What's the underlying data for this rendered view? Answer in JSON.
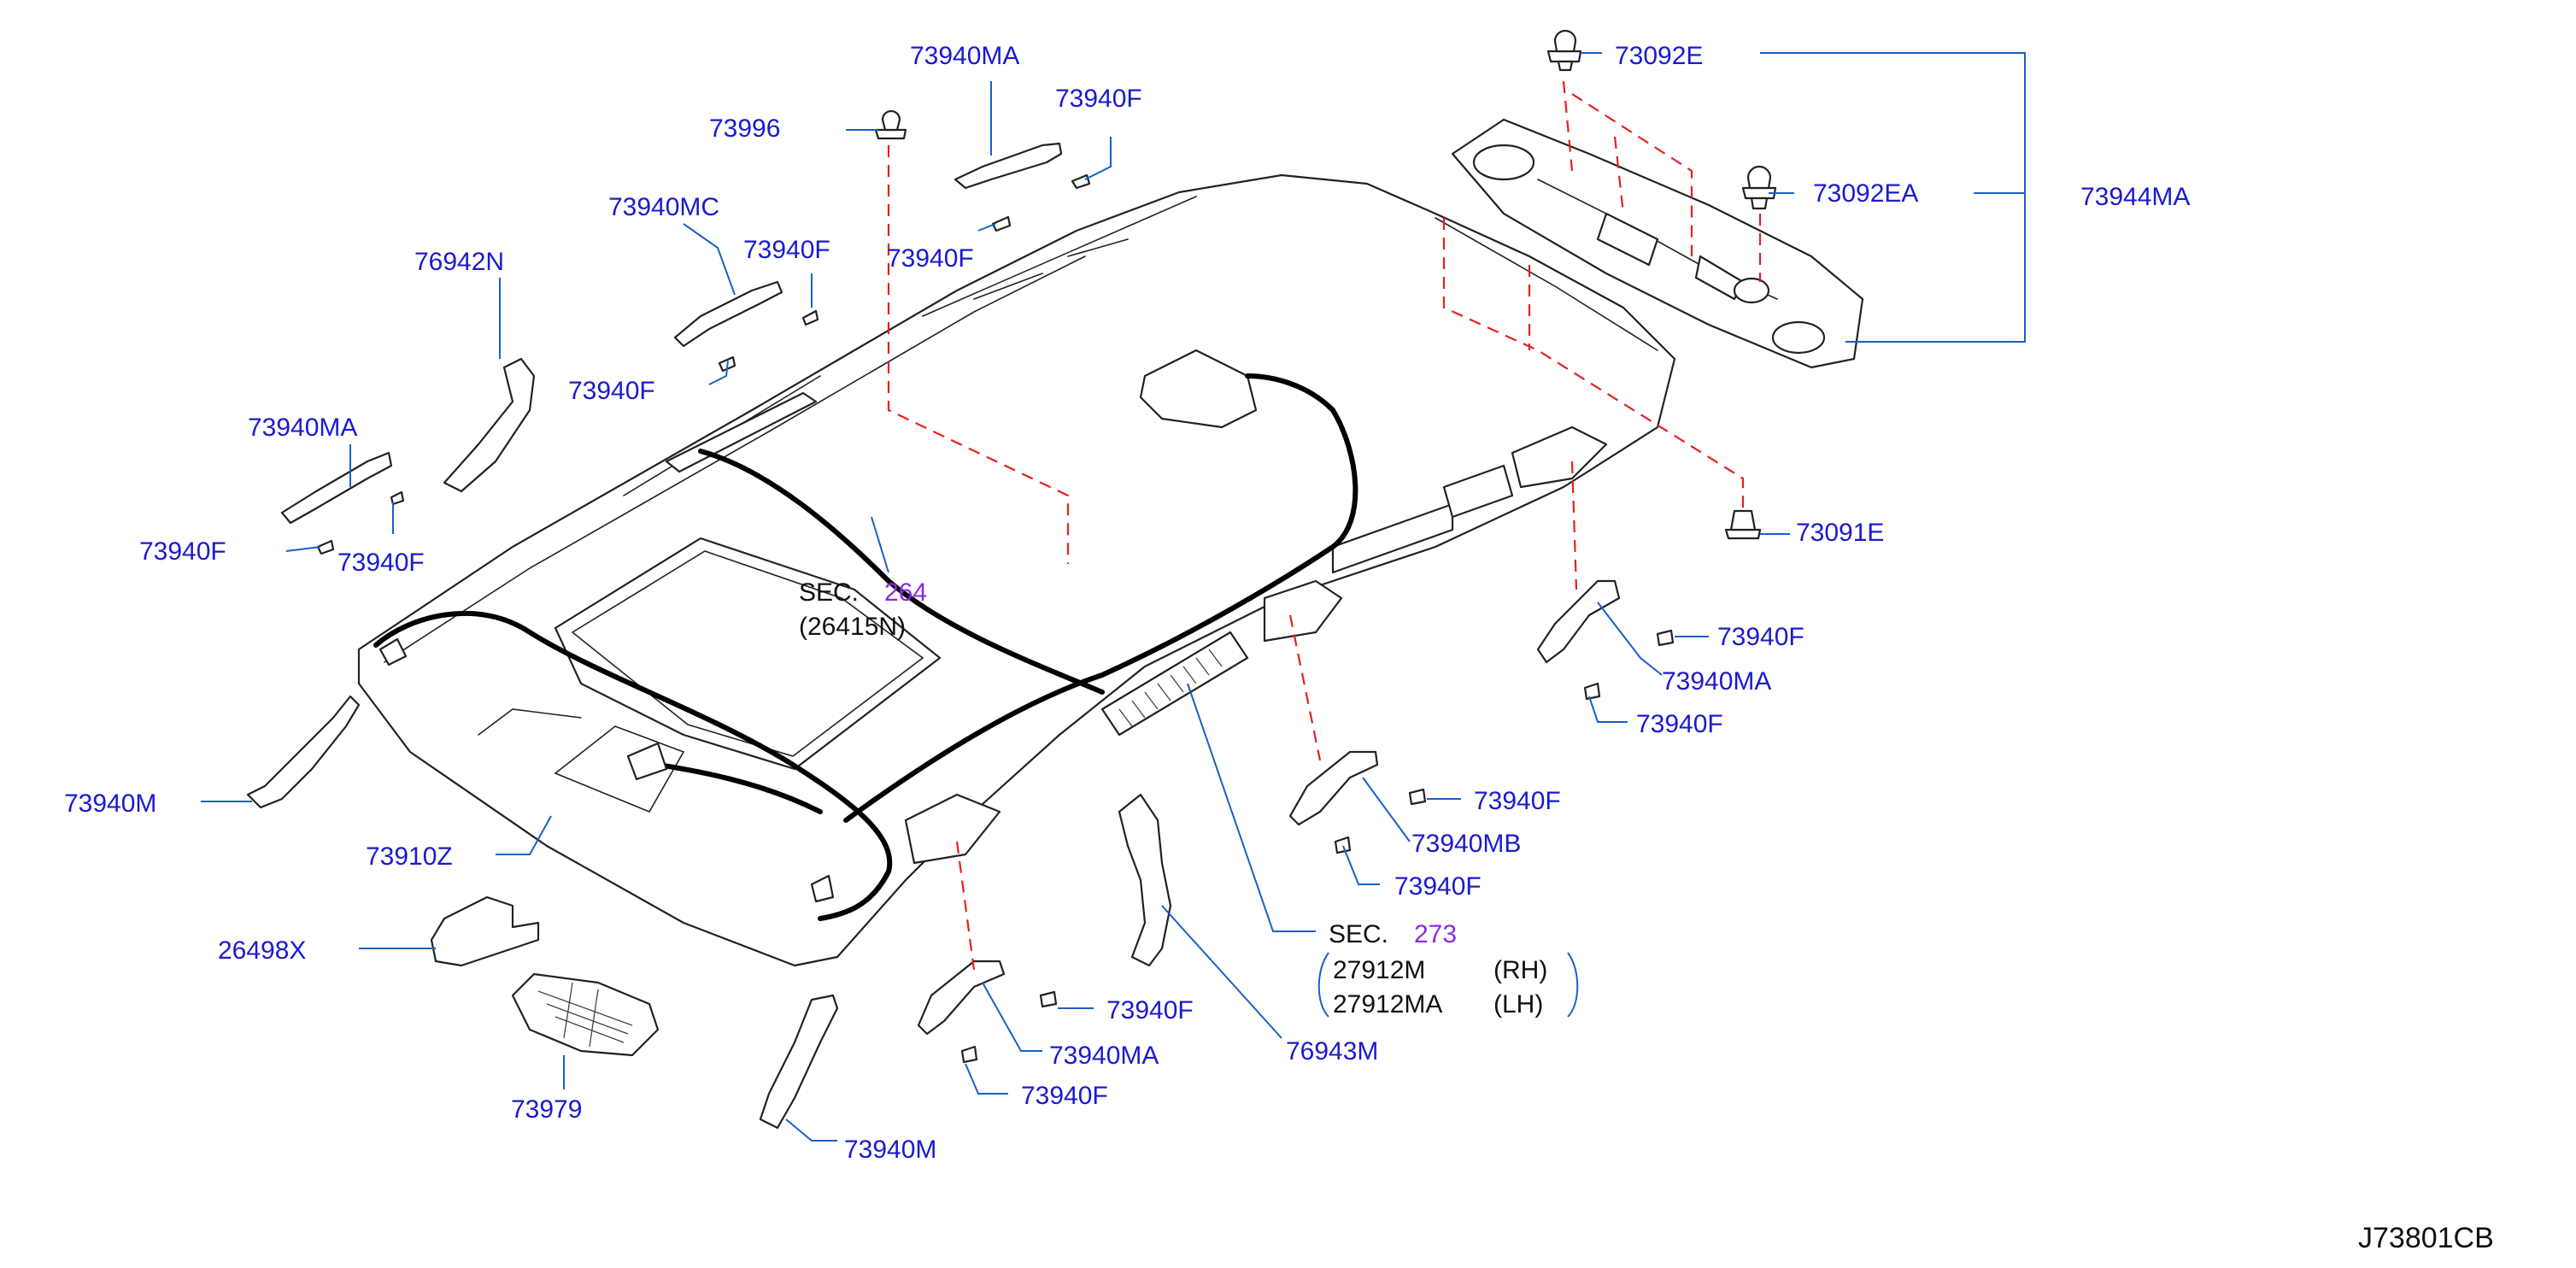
{
  "diagram_id": "J73801CB",
  "labels": {
    "p73940MA_top": "73940MA",
    "p73940F_1": "73940F",
    "p73996": "73996",
    "p73940F_2": "73940F",
    "p73940MC": "73940MC",
    "p73940F_3": "73940F",
    "p76942N": "76942N",
    "p73940F_4": "73940F",
    "p73940MA_left": "73940MA",
    "p73940F_5": "73940F",
    "p73940F_6": "73940F",
    "p73092E": "73092E",
    "p73092EA": "73092EA",
    "p73944MA": "73944MA",
    "p73091E": "73091E",
    "p73940F_r1": "73940F",
    "p73940MA_r": "73940MA",
    "p73940F_r2": "73940F",
    "p73940F_r3": "73940F",
    "p73940MB": "73940MB",
    "p73940F_r4": "73940F",
    "p73940M_left": "73940M",
    "p73910Z": "73910Z",
    "p26498X": "26498X",
    "p73979": "73979",
    "p73940M_bottom": "73940M",
    "p73940F_b1": "73940F",
    "p73940MA_b": "73940MA",
    "p73940F_b2": "73940F",
    "p76943M": "76943M"
  },
  "sec264": {
    "prefix": "SEC.",
    "num": "264",
    "sub": "(26415N)"
  },
  "sec273": {
    "prefix": "SEC.",
    "num": "273",
    "rh_part": "27912M",
    "rh": "(RH)",
    "lh_part": "27912MA",
    "lh": "(LH)"
  },
  "colors": {
    "label": "#1a1ad0",
    "leader": "#1a5fc8",
    "dashed": "#e62020",
    "section": "#8a2be2"
  }
}
